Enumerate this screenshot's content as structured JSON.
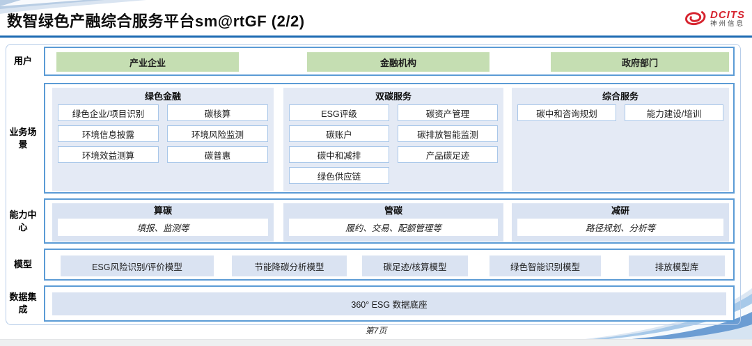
{
  "header": {
    "title": "数智绿色产融综合服务平台sm@rtGF (2/2)",
    "logo": {
      "brand": "DCITS",
      "company": "神州信息"
    }
  },
  "users": {
    "label": "用户",
    "items": [
      "产业企业",
      "金融机构",
      "政府部门"
    ]
  },
  "business": {
    "label": "业务场景",
    "columns": [
      {
        "title": "绿色金融",
        "items": [
          "绿色企业/项目识别",
          "碳核算",
          "环境信息披露",
          "环境风险监测",
          "环境效益测算",
          "碳普惠"
        ]
      },
      {
        "title": "双碳服务",
        "items": [
          "ESG评级",
          "碳资产管理",
          "碳账户",
          "碳排放智能监测",
          "碳中和减排",
          "产品碳足迹",
          "绿色供应链"
        ]
      },
      {
        "title": "综合服务",
        "items": [
          "碳中和咨询规划",
          "能力建设/培训"
        ]
      }
    ]
  },
  "capability": {
    "label": "能力中心",
    "blocks": [
      {
        "title": "算碳",
        "desc": "填报、监测等"
      },
      {
        "title": "管碳",
        "desc": "履约、交易、配额管理等"
      },
      {
        "title": "减研",
        "desc": "路径规划、分析等"
      }
    ]
  },
  "models": {
    "label": "模型",
    "items": [
      "ESG风险识别/评价模型",
      "节能降碳分析模型",
      "碳足迹/核算模型",
      "绿色智能识别模型",
      "排放模型库"
    ]
  },
  "data_integration": {
    "label": "数据集成",
    "item": "360° ESG 数据底座"
  },
  "footer": {
    "page": "第7页"
  },
  "colors": {
    "accent_blue": "#1d6ab2",
    "border_blue": "#5b9bd5",
    "panel_blue": "#e4eaf5",
    "box_blue": "#dae3f2",
    "green": "#c5deb2",
    "logo_red": "#d6232e"
  }
}
